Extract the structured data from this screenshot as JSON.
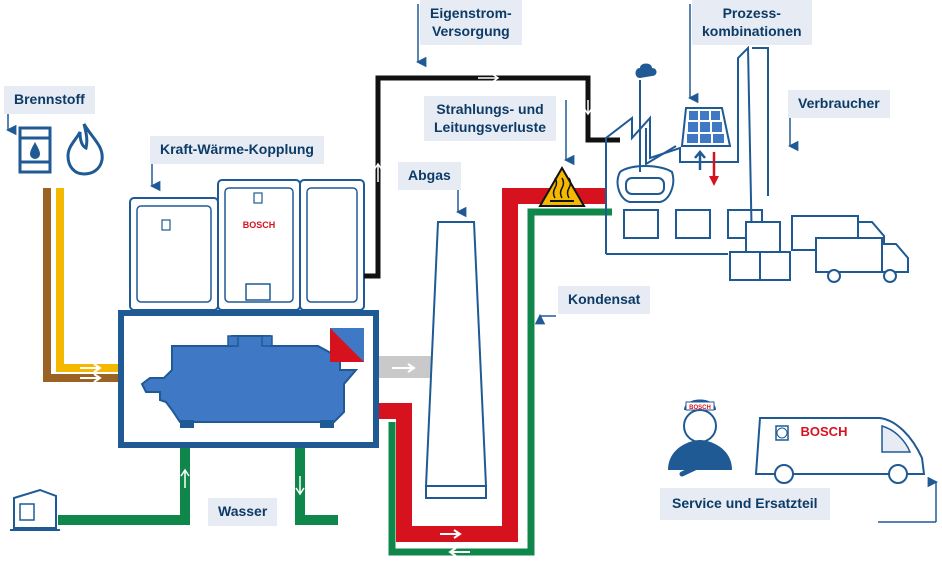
{
  "labels": {
    "brennstoff": "Brennstoff",
    "kwk": "Kraft-Wärme-Kopplung",
    "eigenstrom_1": "Eigenstrom-",
    "eigenstrom_2": "Versorgung",
    "strahlung_1": "Strahlungs- und",
    "strahlung_2": "Leitungsverluste",
    "abgas": "Abgas",
    "prozess_1": "Prozess-",
    "prozess_2": "kombinationen",
    "verbraucher": "Verbraucher",
    "kondensat": "Kondensat",
    "wasser": "Wasser",
    "service": "Service und Ersatzteil"
  },
  "branding": {
    "cabinet_logo": "BOSCH",
    "van_logo": "BOSCH",
    "cap_logo": "BOSCH"
  },
  "colors": {
    "outline": "#1f5a95",
    "fill_blue": "#3f78c4",
    "fill_light": "#e6ebf4",
    "black_line": "#111111",
    "red": "#d7121f",
    "green": "#10874a",
    "grey": "#c9c9c9",
    "yellow": "#f5b800",
    "brown": "#9a6324"
  },
  "icons": {
    "fuel": [
      "oil-barrel-icon",
      "flame-icon"
    ],
    "warning": "hot-surface-warning-icon",
    "solar": "solar-panel-icon",
    "technician": "technician-icon",
    "wrench": "wrench-icon",
    "house": "house-icon",
    "trucks": "delivery-truck-icon"
  }
}
